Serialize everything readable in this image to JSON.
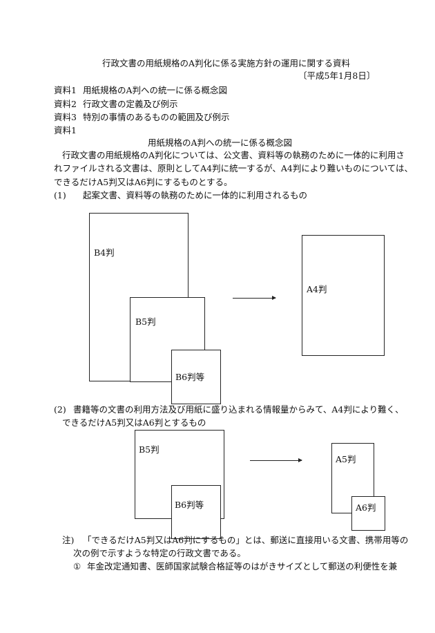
{
  "header": {
    "title": "行政文書の用紙規格のA判化に係る実施方針の運用に関する資料",
    "date": "〔平成5年1月8日〕"
  },
  "index": [
    {
      "code": "資料1",
      "text": "用紙規格のA判への統一に係る概念図"
    },
    {
      "code": "資料2",
      "text": "行政文書の定義及び例示"
    },
    {
      "code": "資料3",
      "text": "特別の事情のあるものの範囲及び例示"
    }
  ],
  "section_code": "資料1",
  "section_title": "用紙規格のA判への統一に係る概念図",
  "intro": [
    "行政文書の用紙規格のA判化については、公文書、資料等の執務のために一体的に利用さ",
    "れファイルされる文書は、原則としてA4判に統一するが、A4判により難いものについては、",
    "できるだけA5判又はA6判にするものとする。"
  ],
  "item1": {
    "num": "(1)",
    "text": "起案文書、資料等の執務のために一体的に利用されるもの",
    "labels": {
      "b4": "B4判",
      "b5": "B5判",
      "b6": "B6判等",
      "a4": "A4判"
    }
  },
  "item2": {
    "num": "(2)",
    "line1": "書籍等の文書の利用方法及び用紙に盛り込まれる情報量からみて、A4判により難く、",
    "line2": "できるだけA5判又はA6判とするもの",
    "labels": {
      "b5": "B5判",
      "b6": "B6判等",
      "a5": "A5判",
      "a6": "A6判"
    }
  },
  "note": {
    "prefix": "注)",
    "line1": "「できるだけA5判又はA6判にするもの」とは、郵送に直接用いる文書、携帯用等の",
    "line2": "次の例で示すような特定の行政文書である。",
    "item_num": "①",
    "item_text": "年金改定通知書、医師国家試験合格証等のはがきサイズとして郵送の利便性を兼"
  }
}
